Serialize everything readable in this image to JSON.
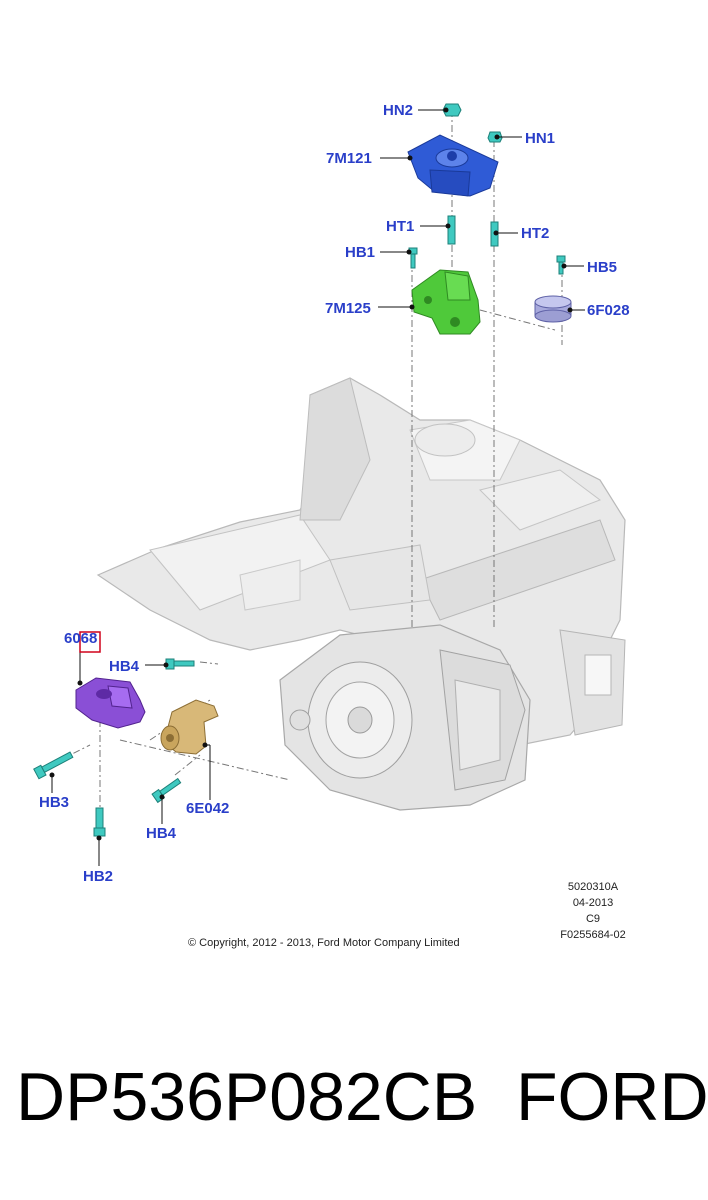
{
  "callouts": {
    "hn2": "HN2",
    "hn1": "HN1",
    "m7121": "7M121",
    "ht1": "HT1",
    "ht2": "HT2",
    "hb1": "HB1",
    "hb5": "HB5",
    "m7125": "7M125",
    "f6028": "6F028",
    "p6068": "6068",
    "hb4_top": "HB4",
    "hb3": "HB3",
    "hb4_bottom": "HB4",
    "e6042": "6E042",
    "hb2": "HB2"
  },
  "meta": {
    "code1": "5020310A",
    "date": "04-2013",
    "rev": "C9",
    "code2": "F0255684-02",
    "copyright": "© Copyright, 2012 - 2013, Ford Motor Company Limited"
  },
  "footer": {
    "part_number": "DP536P082CB",
    "brand": "FORD"
  },
  "colors": {
    "callout": "#2a3fc9",
    "mount_blue": "#2f5bd6",
    "mount_green": "#4fc93a",
    "mount_purple": "#8a4fd6",
    "bolt_teal": "#3fc9c0",
    "knuckle": "#d8b878",
    "highlight_box": "#d0021b"
  }
}
